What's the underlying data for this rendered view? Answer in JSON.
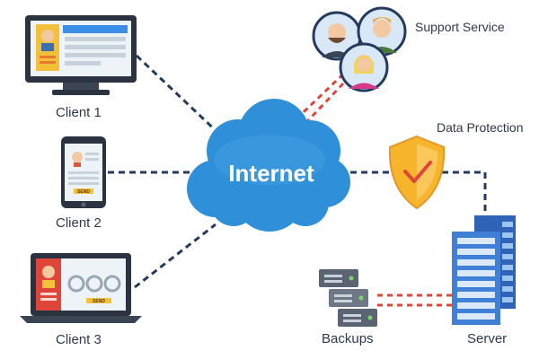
{
  "diagram": {
    "center": {
      "label": "Internet"
    },
    "nodes": [
      {
        "id": "client1",
        "label": "Client 1",
        "icon": "desktop-monitor-icon"
      },
      {
        "id": "client2",
        "label": "Client 2",
        "icon": "smartphone-icon"
      },
      {
        "id": "client3",
        "label": "Client 3",
        "icon": "laptop-icon"
      },
      {
        "id": "support",
        "label": "Support Service",
        "icon": "support-team-avatars-icon"
      },
      {
        "id": "protection",
        "label": "Data Protection",
        "icon": "shield-check-icon"
      },
      {
        "id": "server",
        "label": "Server",
        "icon": "server-rack-icon"
      },
      {
        "id": "backups",
        "label": "Backups",
        "icon": "backup-drives-icon"
      }
    ],
    "button_text": "SEND",
    "colors": {
      "cloud": "#2f8fd8",
      "cloud_light": "#4aa6e8",
      "line": "#243a5e",
      "line_red": "#e0453a",
      "shield": "#f7b52c",
      "server": "#3f7fd6"
    }
  }
}
